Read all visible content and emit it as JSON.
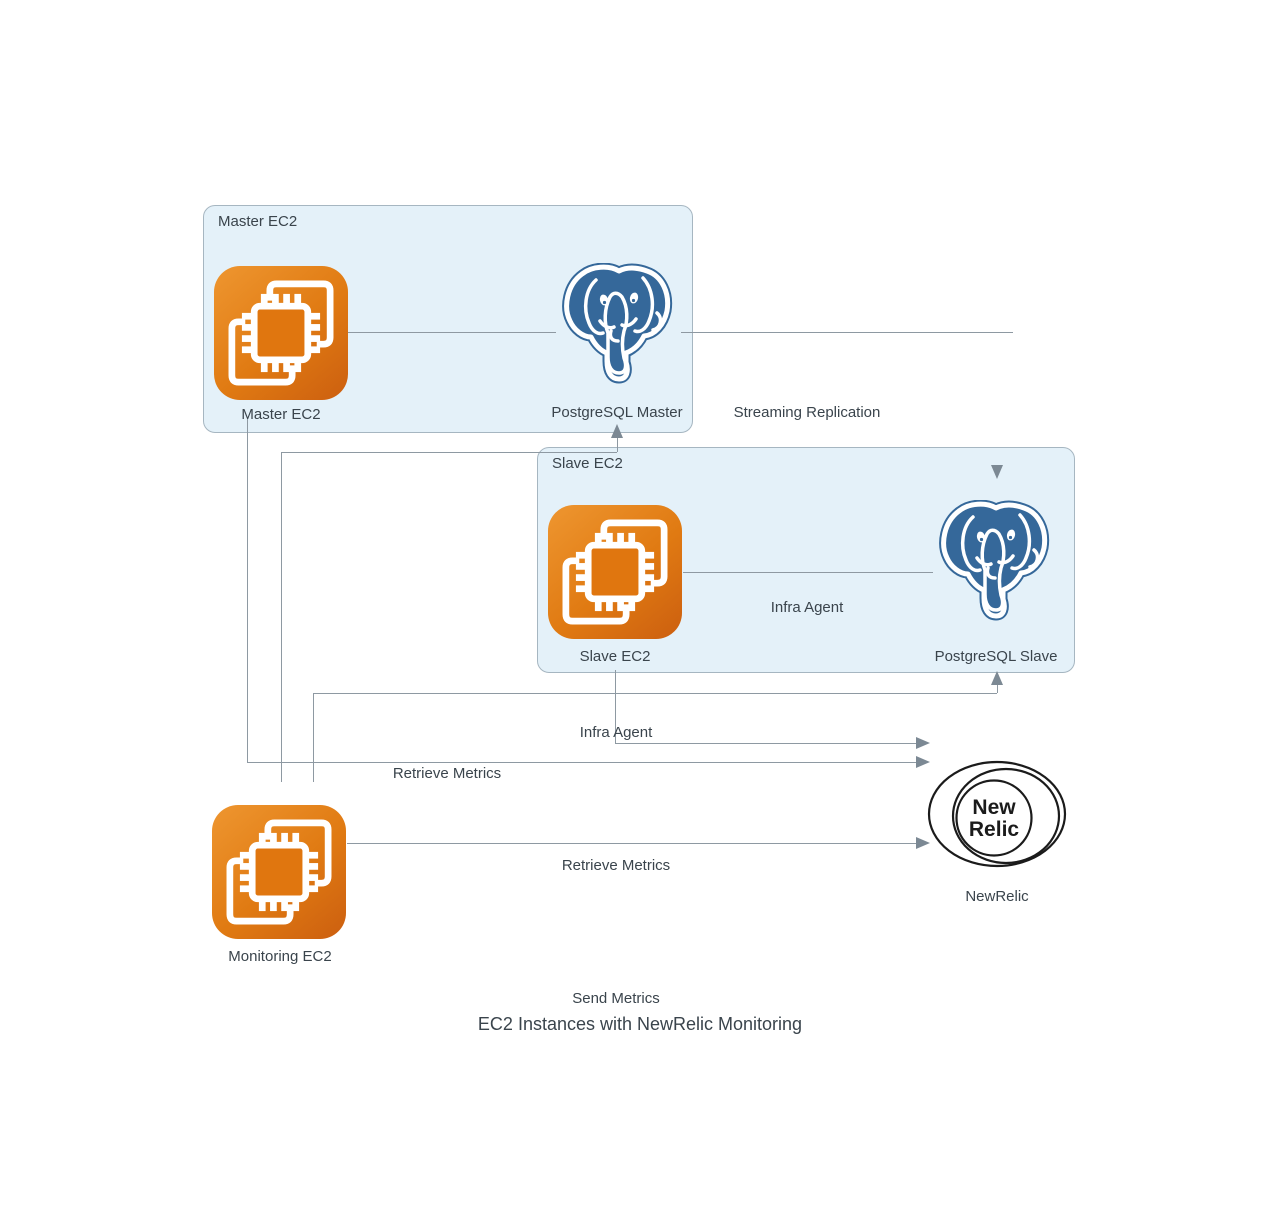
{
  "diagram_title": "EC2 Instances with NewRelic Monitoring",
  "groups": {
    "master": {
      "container_label": "Master EC2",
      "ec2_label": "Master EC2",
      "db_label": "PostgreSQL Master"
    },
    "slave": {
      "container_label": "Slave EC2",
      "ec2_label": "Slave EC2",
      "db_label": "PostgreSQL Slave",
      "internal_edge_label": "Infra Agent"
    }
  },
  "nodes": {
    "monitoring_ec2": {
      "label": "Monitoring EC2"
    },
    "newrelic": {
      "label": "NewRelic",
      "logo_text_line1": "New",
      "logo_text_line2": "Relic"
    }
  },
  "edge_labels": {
    "streaming_replication": "Streaming Replication",
    "infra_agent": "Infra Agent",
    "retrieve_metrics_top": "Retrieve Metrics",
    "retrieve_metrics_bottom": "Retrieve Metrics",
    "send_metrics": "Send Metrics"
  },
  "colors": {
    "container_fill": "#e4f1f9",
    "container_border": "#a6b6c1",
    "ec2_gradient_start": "#ee9630",
    "ec2_gradient_end": "#cc5f10",
    "postgres_blue": "#35689a",
    "line_gray": "#8e99a2",
    "arrow_gray": "#7c8994",
    "text": "#3a444c",
    "newrelic_ink": "#1b1b1b"
  }
}
